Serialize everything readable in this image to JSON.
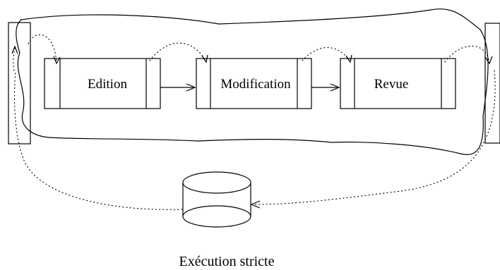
{
  "diagram": {
    "boxes": [
      {
        "label": "Edition"
      },
      {
        "label": "Modification"
      },
      {
        "label": "Revue"
      }
    ],
    "caption": "Exécution stricte"
  }
}
